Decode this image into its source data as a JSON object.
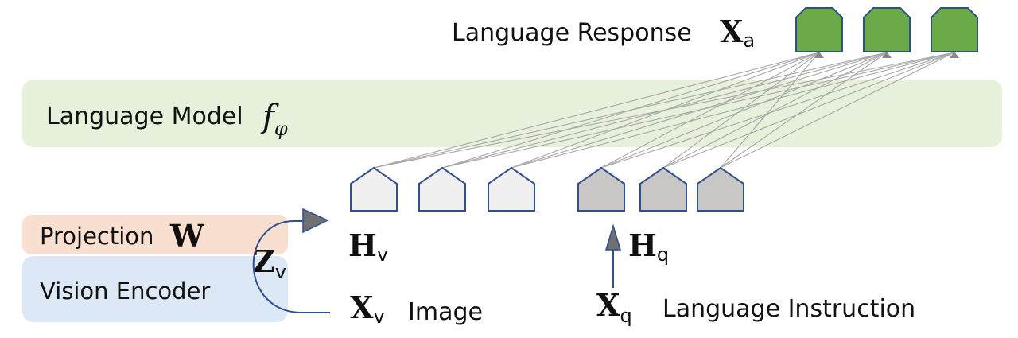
{
  "labels": {
    "language_response": "Language Response",
    "language_model": "Language Model",
    "projection": "Projection",
    "vision_encoder": "Vision Encoder",
    "image": "Image",
    "language_instruction": "Language Instruction"
  },
  "math": {
    "Xa": {
      "base": "X",
      "sub": "a"
    },
    "f_phi": {
      "base": "f",
      "sub": "φ"
    },
    "W": {
      "base": "W"
    },
    "Zv": {
      "base": "Z",
      "sub": "v"
    },
    "Hv": {
      "base": "H",
      "sub": "v"
    },
    "Hq": {
      "base": "H",
      "sub": "q"
    },
    "Xv": {
      "base": "X",
      "sub": "v"
    },
    "Xq": {
      "base": "X",
      "sub": "q"
    }
  },
  "colors": {
    "response_token_fill": "#6aaa47",
    "vision_token_fill": "#f0f0f0",
    "instruction_token_fill": "#c9c6c6",
    "token_stroke": "#2f4f8f",
    "language_model_bg": "#e6f0db",
    "projection_bg": "#f9dfd0",
    "vision_encoder_bg": "#dce8f5",
    "connector": "#2f4f8f",
    "attention_lines": "#a8a8a8"
  }
}
